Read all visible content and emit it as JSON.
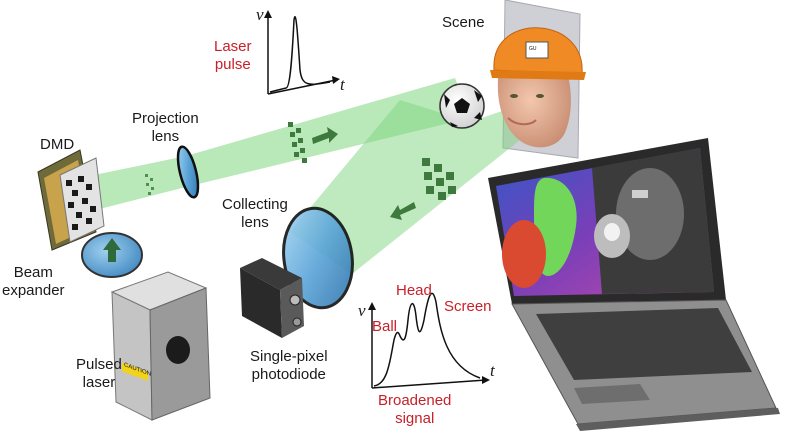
{
  "labels": {
    "scene": "Scene",
    "dmd": "DMD",
    "projection_lens": "Projection\nlens",
    "collecting_lens": "Collecting\nlens",
    "beam_expander": "Beam\nexpander",
    "pulsed_laser": "Pulsed\nlaser",
    "single_pixel_photodiode": "Single-pixel\nphotodiode",
    "laser_pulse": "Laser\npulse",
    "broadened_signal": "Broadened\nsignal",
    "head": "Head",
    "ball": "Ball",
    "screen": "Screen",
    "axis_v_top": "v",
    "axis_t_top": "t",
    "axis_v_bottom": "v",
    "axis_t_bottom": "t",
    "caution": "CAUTION",
    "helmet_text": "GU\nCIRA"
  },
  "colors": {
    "beam": "#7fd67f",
    "label_red": "#c8202a",
    "lens": "#5aa4d8",
    "helmet": "#f08a24",
    "laptop_body": "#8f8f8f",
    "screen_background": "#6a3fb0"
  }
}
